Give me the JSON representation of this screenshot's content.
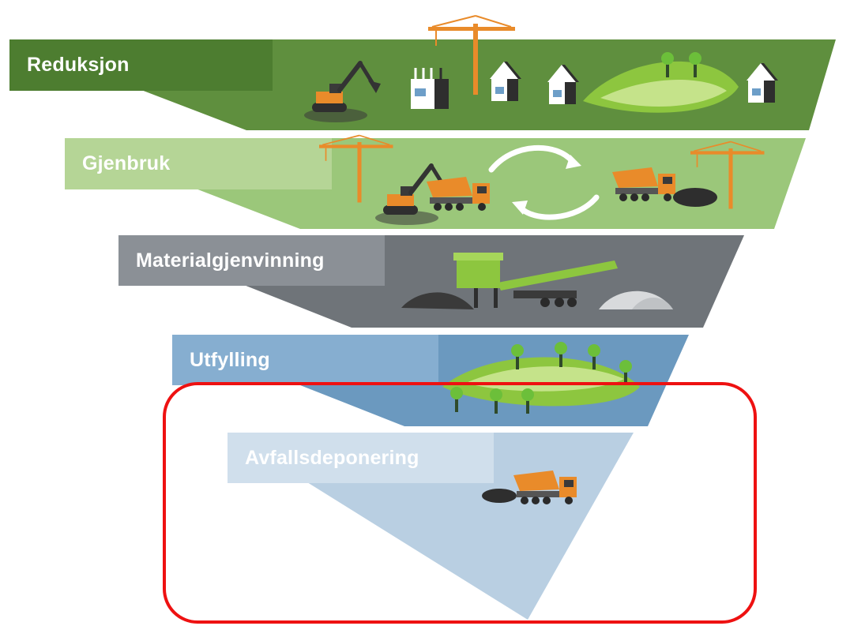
{
  "hierarchy": {
    "tiers": [
      {
        "label": "Reduksjon"
      },
      {
        "label": "Gjenbruk"
      },
      {
        "label": "Materialgjenvinning"
      },
      {
        "label": "Utfylling"
      },
      {
        "label": "Avfallsdeponering"
      }
    ]
  },
  "colors": {
    "reduksjon_band": "#5f8f3e",
    "reduksjon_label": "#4d7d30",
    "gjenbruk_band": "#9bc77a",
    "gjenbruk_label": "#b5d596",
    "materialgjenvinning_band": "#6f7479",
    "materialgjenvinning_label": "#8b9096",
    "utfylling_band": "#6b99bf",
    "utfylling_label": "#86aed0",
    "avfallsdeponering_band": "#b9cfe2",
    "avfallsdeponering_label": "#d0dfec",
    "construction_orange": "#e98b2a",
    "highlight_frame": "#ee1111"
  },
  "icons": [
    "excavator-icon",
    "tower-crane-icon",
    "house-icon",
    "building-frame-icon",
    "dump-truck-icon",
    "recycle-arrows-icon",
    "crusher-conveyor-icon",
    "tree-icon",
    "landscape-hill-icon",
    "material-pile-icon"
  ]
}
